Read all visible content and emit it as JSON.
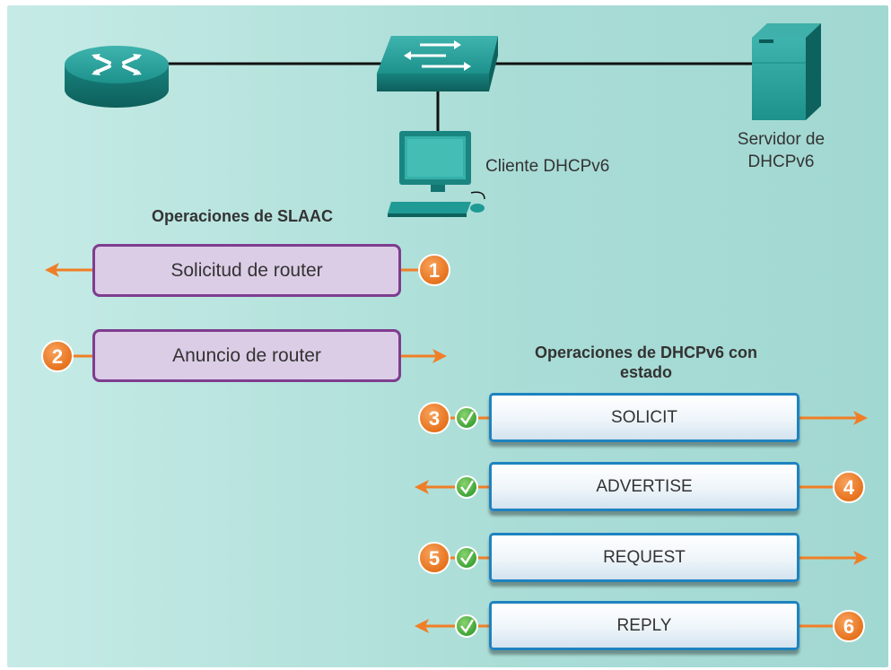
{
  "devices": {
    "client_label": "Cliente DHCPv6",
    "server_label_line1": "Servidor de",
    "server_label_line2": "DHCPv6"
  },
  "slaac": {
    "title": "Operaciones de SLAAC",
    "messages": [
      {
        "label": "Solicitud de router",
        "step": "1"
      },
      {
        "label": "Anuncio de router",
        "step": "2"
      }
    ]
  },
  "dhcpv6": {
    "title_line1": "Operaciones de DHCPv6 con",
    "title_line2": "estado",
    "messages": [
      {
        "label": "SOLICIT",
        "step": "3"
      },
      {
        "label": "ADVERTISE",
        "step": "4"
      },
      {
        "label": "REQUEST",
        "step": "5"
      },
      {
        "label": "REPLY",
        "step": "6"
      }
    ]
  },
  "colors": {
    "background": "#a9dcd6",
    "device_teal": "#1a8f8a",
    "slaac_box_fill": "#dccde6",
    "slaac_box_border": "#7e3d8f",
    "dhcp_box_border": "#1e83c0",
    "arrow_orange": "#f07e26",
    "step_badge": "#f07e26",
    "check_green": "#4caf3c"
  },
  "icons": [
    "router-icon",
    "switch-icon",
    "client-pc-icon",
    "server-icon",
    "check-icon"
  ]
}
